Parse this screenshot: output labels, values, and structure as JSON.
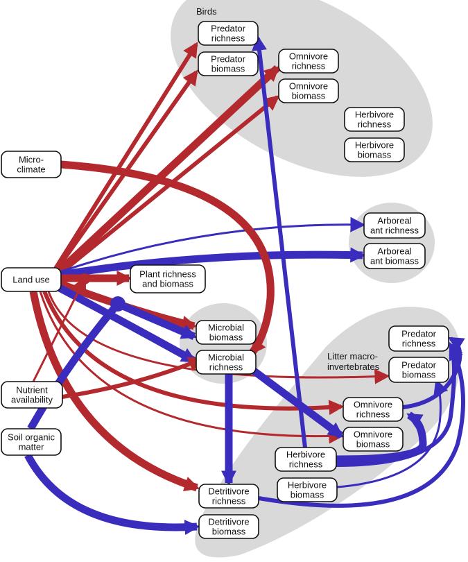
{
  "colors": {
    "positive": "#b3292e",
    "negative": "#3a2dbd",
    "group_background": "#d9d9d9",
    "node_border": "#111111"
  },
  "groups": {
    "birds": {
      "label": "Birds"
    },
    "arboreal": {
      "label": ""
    },
    "microbial": {
      "label": ""
    },
    "litter": {
      "label_line1": "Litter macro-",
      "label_line2": "invertebrates"
    }
  },
  "nodes": {
    "microclimate": {
      "line1": "Micro-",
      "line2": "climate"
    },
    "land_use": {
      "line1": "Land use",
      "line2": ""
    },
    "nutrient": {
      "line1": "Nutrient",
      "line2": "availability"
    },
    "soil": {
      "line1": "Soil organic",
      "line2": "matter"
    },
    "plant": {
      "line1": "Plant richness",
      "line2": "and biomass"
    },
    "bird_pred_rich": {
      "line1": "Predator",
      "line2": "richness"
    },
    "bird_pred_bio": {
      "line1": "Predator",
      "line2": "biomass"
    },
    "bird_omni_rich": {
      "line1": "Omnivore",
      "line2": "richness"
    },
    "bird_omni_bio": {
      "line1": "Omnivore",
      "line2": "biomass"
    },
    "bird_herb_rich": {
      "line1": "Herbivore",
      "line2": "richness"
    },
    "bird_herb_bio": {
      "line1": "Herbivore",
      "line2": "biomass"
    },
    "arb_rich": {
      "line1": "Arboreal",
      "line2": "ant richness"
    },
    "arb_bio": {
      "line1": "Arboreal",
      "line2": "ant biomass"
    },
    "mic_bio": {
      "line1": "Microbial",
      "line2": "biomass"
    },
    "mic_rich": {
      "line1": "Microbial",
      "line2": "richness"
    },
    "lit_pred_rich": {
      "line1": "Predator",
      "line2": "richness"
    },
    "lit_pred_bio": {
      "line1": "Predator",
      "line2": "biomass"
    },
    "lit_omni_rich": {
      "line1": "Omnivore",
      "line2": "richness"
    },
    "lit_omni_bio": {
      "line1": "Omnivore",
      "line2": "biomass"
    },
    "lit_herb_rich": {
      "line1": "Herbivore",
      "line2": "richness"
    },
    "lit_herb_bio": {
      "line1": "Herbivore",
      "line2": "biomass"
    },
    "det_rich": {
      "line1": "Detritivore",
      "line2": "richness"
    },
    "det_bio": {
      "line1": "Detritivore",
      "line2": "biomass"
    }
  },
  "edges": [
    {
      "from": "land_use",
      "to": "bird_pred_rich",
      "sign": "positive",
      "strength": "medium"
    },
    {
      "from": "land_use",
      "to": "bird_pred_bio",
      "sign": "positive",
      "strength": "medium"
    },
    {
      "from": "land_use",
      "to": "bird_omni_rich",
      "sign": "positive",
      "strength": "strong"
    },
    {
      "from": "land_use",
      "to": "bird_omni_bio",
      "sign": "positive",
      "strength": "medium"
    },
    {
      "from": "land_use",
      "to": "arb_rich",
      "sign": "negative",
      "strength": "weak"
    },
    {
      "from": "land_use",
      "to": "arb_bio",
      "sign": "negative",
      "strength": "strong"
    },
    {
      "from": "land_use",
      "to": "plant",
      "sign": "positive",
      "strength": "strong"
    },
    {
      "from": "land_use",
      "to": "mic_bio",
      "sign": "positive",
      "strength": "strong"
    },
    {
      "from": "land_use",
      "to": "mic_rich",
      "sign": "negative",
      "strength": "strong"
    },
    {
      "from": "land_use",
      "to": "lit_pred_bio",
      "sign": "positive",
      "strength": "weak"
    },
    {
      "from": "land_use",
      "to": "lit_omni_rich",
      "sign": "positive",
      "strength": "medium"
    },
    {
      "from": "land_use",
      "to": "lit_omni_bio",
      "sign": "positive",
      "strength": "weak"
    },
    {
      "from": "land_use",
      "to": "det_rich",
      "sign": "positive",
      "strength": "strong"
    },
    {
      "from": "microclimate",
      "to": "mic_rich",
      "sign": "positive",
      "strength": "strong"
    },
    {
      "from": "nutrient",
      "to": "plant",
      "sign": "positive",
      "strength": "weak",
      "interaction": true
    },
    {
      "from": "nutrient",
      "to": "mic_rich",
      "sign": "positive",
      "strength": "medium"
    },
    {
      "from": "soil",
      "to": "mic_bio",
      "sign": "negative",
      "strength": "strong",
      "interaction": true
    },
    {
      "from": "soil",
      "to": "det_bio",
      "sign": "negative",
      "strength": "strong"
    },
    {
      "from": "mic_rich",
      "to": "lit_omni_bio",
      "sign": "negative",
      "strength": "strong"
    },
    {
      "from": "mic_rich",
      "to": "det_rich",
      "sign": "negative",
      "strength": "strong"
    },
    {
      "from": "lit_herb_rich",
      "to": "bird_pred_rich",
      "sign": "negative",
      "strength": "medium"
    },
    {
      "from": "lit_herb_rich",
      "to": "lit_omni_rich",
      "sign": "negative",
      "strength": "strong"
    },
    {
      "from": "lit_herb_rich",
      "to": "lit_pred_rich",
      "sign": "negative",
      "strength": "medium"
    },
    {
      "from": "lit_omni_rich",
      "to": "lit_pred_rich",
      "sign": "negative",
      "strength": "medium"
    },
    {
      "from": "lit_herb_bio",
      "to": "lit_pred_bio",
      "sign": "negative",
      "strength": "weak"
    },
    {
      "from": "det_rich",
      "to": "lit_pred_rich",
      "sign": "negative",
      "strength": "medium"
    }
  ]
}
